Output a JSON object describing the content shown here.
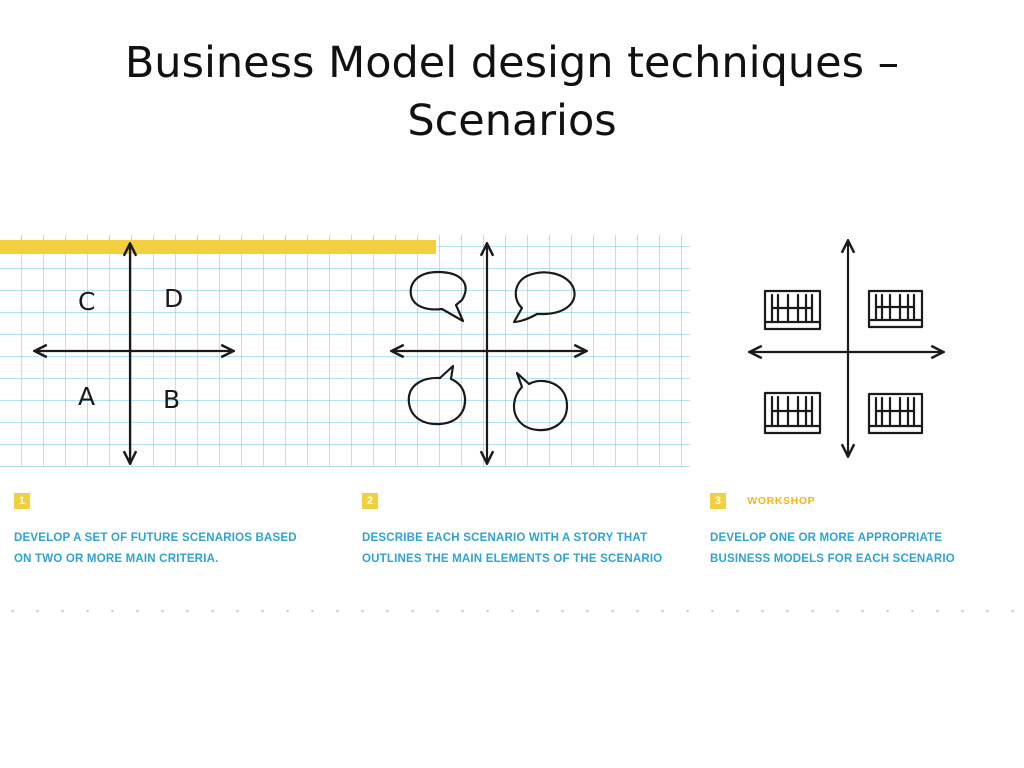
{
  "slide": {
    "title_line1": "Business Model design techniques –",
    "title_line2": "Scenarios"
  },
  "diagram": {
    "panel1": {
      "quadrants": [
        "C",
        "D",
        "A",
        "B"
      ]
    }
  },
  "steps": [
    {
      "number": "1",
      "tag": "",
      "line1": "DEVELOP A SET OF FUTURE SCENARIOS BASED",
      "line2": "ON TWO OR MORE MAIN CRITERIA."
    },
    {
      "number": "2",
      "tag": "",
      "line1": "DESCRIBE EACH SCENARIO WITH A STORY THAT",
      "line2": "OUTLINES THE MAIN ELEMENTS OF THE SCENARIO"
    },
    {
      "number": "3",
      "tag": "WORKSHOP",
      "line1": "DEVELOP ONE OR MORE APPROPRIATE",
      "line2": "BUSINESS MODELS FOR EACH SCENARIO"
    }
  ],
  "colors": {
    "grid": "#7fd0ee",
    "highlight": "#f2cf3e",
    "ink": "#1a1a1a",
    "label": "#2fa3d1"
  }
}
